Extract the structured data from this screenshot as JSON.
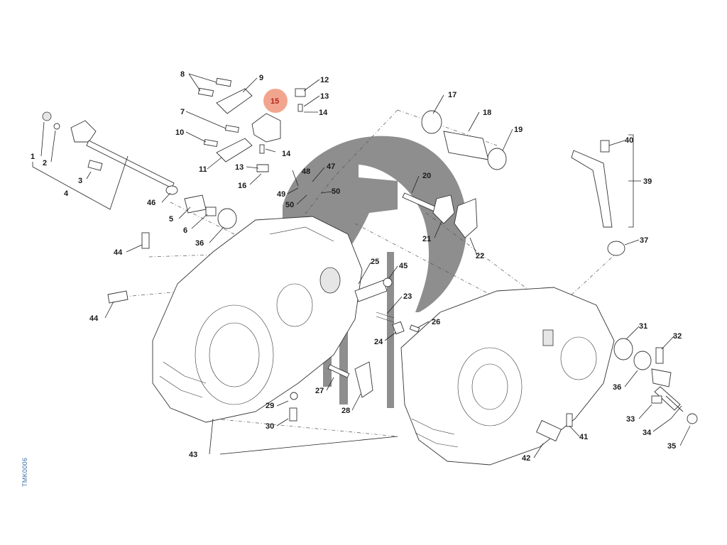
{
  "diagram": {
    "reference_code": "TMK0006",
    "highlight_color": "#f2a58e",
    "highlighted_part": "15",
    "part_numbers": [
      "1",
      "2",
      "3",
      "4",
      "5",
      "6",
      "7",
      "8",
      "9",
      "10",
      "11",
      "12",
      "13",
      "13",
      "14",
      "14",
      "15",
      "16",
      "17",
      "18",
      "19",
      "20",
      "21",
      "22",
      "23",
      "24",
      "25",
      "26",
      "27",
      "28",
      "29",
      "30",
      "31",
      "32",
      "33",
      "34",
      "35",
      "36",
      "36",
      "37",
      "39",
      "40",
      "41",
      "42",
      "43",
      "44",
      "44",
      "45",
      "46",
      "47",
      "48",
      "49",
      "50",
      "50"
    ]
  }
}
